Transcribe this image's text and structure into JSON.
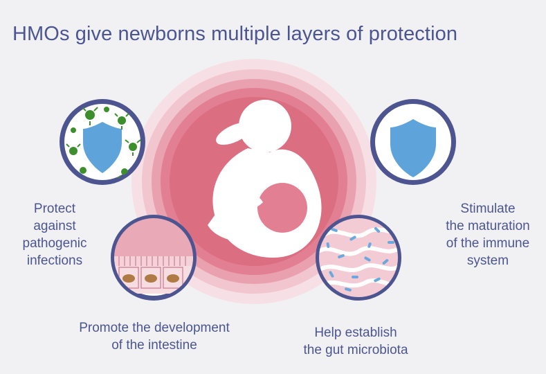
{
  "title": "HMOs give newborns multiple layers of protection",
  "colors": {
    "text": "#4b5592",
    "ring": "#4d5590",
    "pink_core": "#dc6e82",
    "pink_halo": "#f3c9d1",
    "shield": "#5ea4db",
    "germ": "#3c8f2c"
  },
  "benefits": [
    {
      "icon": "shield-germs-icon",
      "lines": [
        "Protect",
        "against",
        "pathogenic",
        "infections"
      ]
    },
    {
      "icon": "intestine-villi-icon",
      "lines": [
        "Promote the development",
        "of the intestine"
      ]
    },
    {
      "icon": "gut-microbiota-icon",
      "lines": [
        "Help establish",
        "the gut microbiota"
      ]
    },
    {
      "icon": "immune-shield-icon",
      "lines": [
        "Stimulate",
        "the maturation",
        "of the immune",
        "system"
      ]
    }
  ],
  "center_icon": "breastfeeding-mother-icon"
}
